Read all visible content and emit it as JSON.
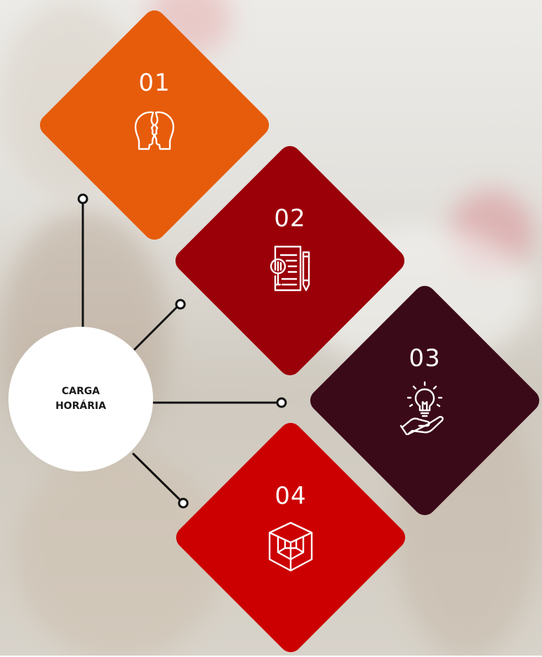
{
  "hub": {
    "label": "CARGA\nHORÁRIA"
  },
  "steps": [
    {
      "number": "01",
      "icon": "two-faces-icon",
      "color": "#e65c0b"
    },
    {
      "number": "02",
      "icon": "document-magnifier-pencil-icon",
      "color": "#9b0009"
    },
    {
      "number": "03",
      "icon": "hand-lightbulb-icon",
      "color": "#3b0a18"
    },
    {
      "number": "04",
      "icon": "cube-box-icon",
      "color": "#cc0000"
    }
  ]
}
